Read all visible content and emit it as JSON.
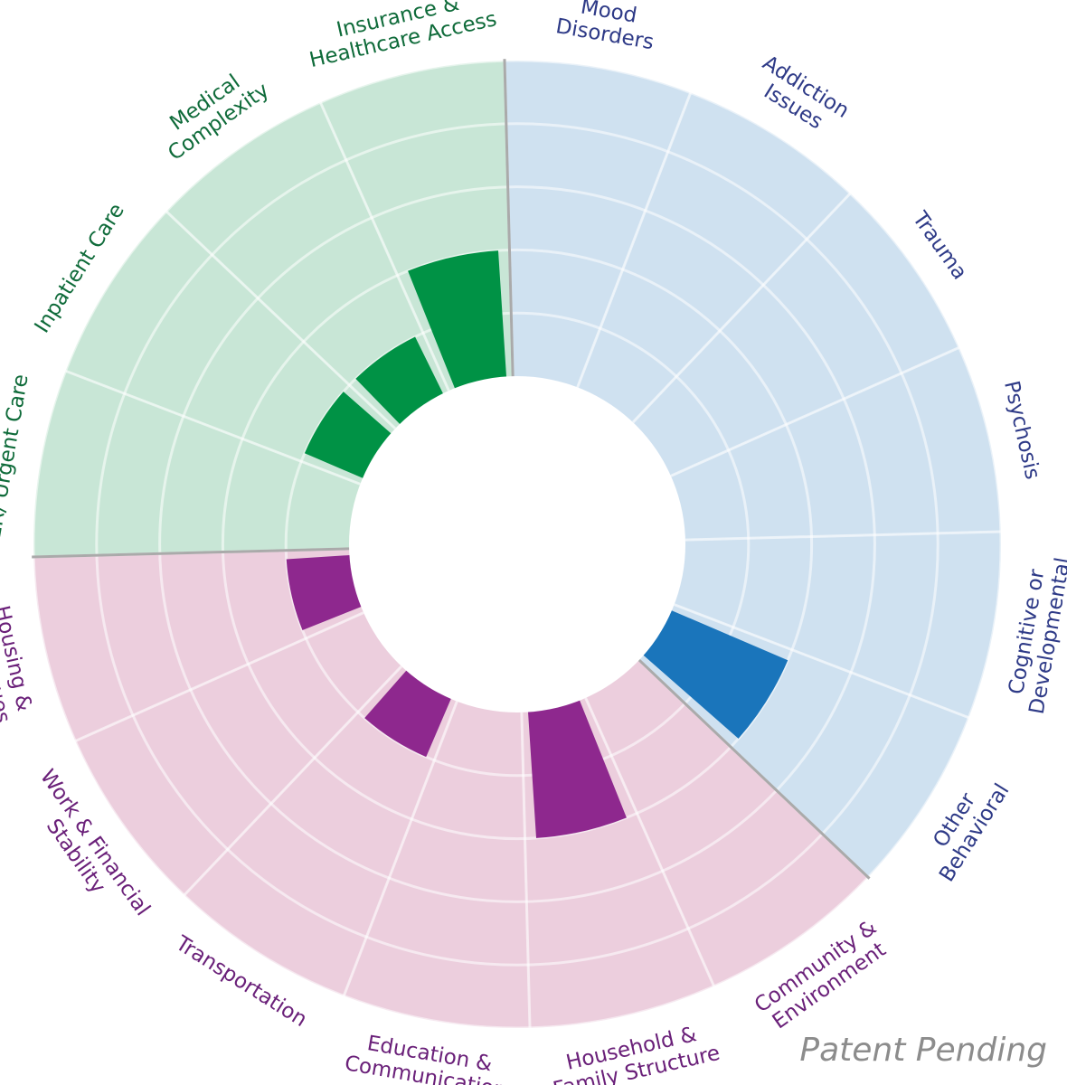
{
  "watermark": "Patent Pending",
  "chart_data": {
    "type": "radial-bar",
    "title": "",
    "rlim": [
      0,
      5
    ],
    "grid": true,
    "groups": [
      {
        "name": "",
        "bg_color": "#cfe1f0",
        "bar_color": "#1a75bb",
        "label_color": "#2e3a87"
      },
      {
        "name": "",
        "bg_color": "#ecceDD",
        "bar_color": "#8e288e",
        "label_color": "#6a2079"
      },
      {
        "name": "",
        "bg_color": "#c8e6d6",
        "bar_color": "#009245",
        "label_color": "#0f6b3a"
      }
    ],
    "categories": [
      {
        "label": [
          "Mood",
          "Disorders"
        ],
        "group": 0,
        "value": 0
      },
      {
        "label": [
          "Addiction",
          "Issues"
        ],
        "group": 0,
        "value": 0
      },
      {
        "label": [
          "Trauma"
        ],
        "group": 0,
        "value": 0
      },
      {
        "label": [
          "Psychosis"
        ],
        "group": 0,
        "value": 0
      },
      {
        "label": [
          "Cognitive or",
          "Developmental"
        ],
        "group": 0,
        "value": 0
      },
      {
        "label": [
          "Other",
          "Behavioral"
        ],
        "group": 0,
        "value": 2
      },
      {
        "label": [
          "Community &",
          "Environment"
        ],
        "group": 1,
        "value": 0
      },
      {
        "label": [
          "Household &",
          "Family Structure"
        ],
        "group": 1,
        "value": 2
      },
      {
        "label": [
          "Education &",
          "Communication"
        ],
        "group": 1,
        "value": 0
      },
      {
        "label": [
          "Transportation"
        ],
        "group": 1,
        "value": 1
      },
      {
        "label": [
          "Work & Financial",
          "Stability"
        ],
        "group": 1,
        "value": 0
      },
      {
        "label": [
          "Housing &",
          "Food Issues"
        ],
        "group": 1,
        "value": 1
      },
      {
        "label": [
          "ER/ Urgent Care"
        ],
        "group": 2,
        "value": 0
      },
      {
        "label": [
          "Inpatient Care"
        ],
        "group": 2,
        "value": 1
      },
      {
        "label": [
          "Medical",
          "Complexity"
        ],
        "group": 2,
        "value": 1
      },
      {
        "label": [
          "Insurance &",
          "Healthcare Access"
        ],
        "group": 2,
        "value": 2
      }
    ]
  }
}
